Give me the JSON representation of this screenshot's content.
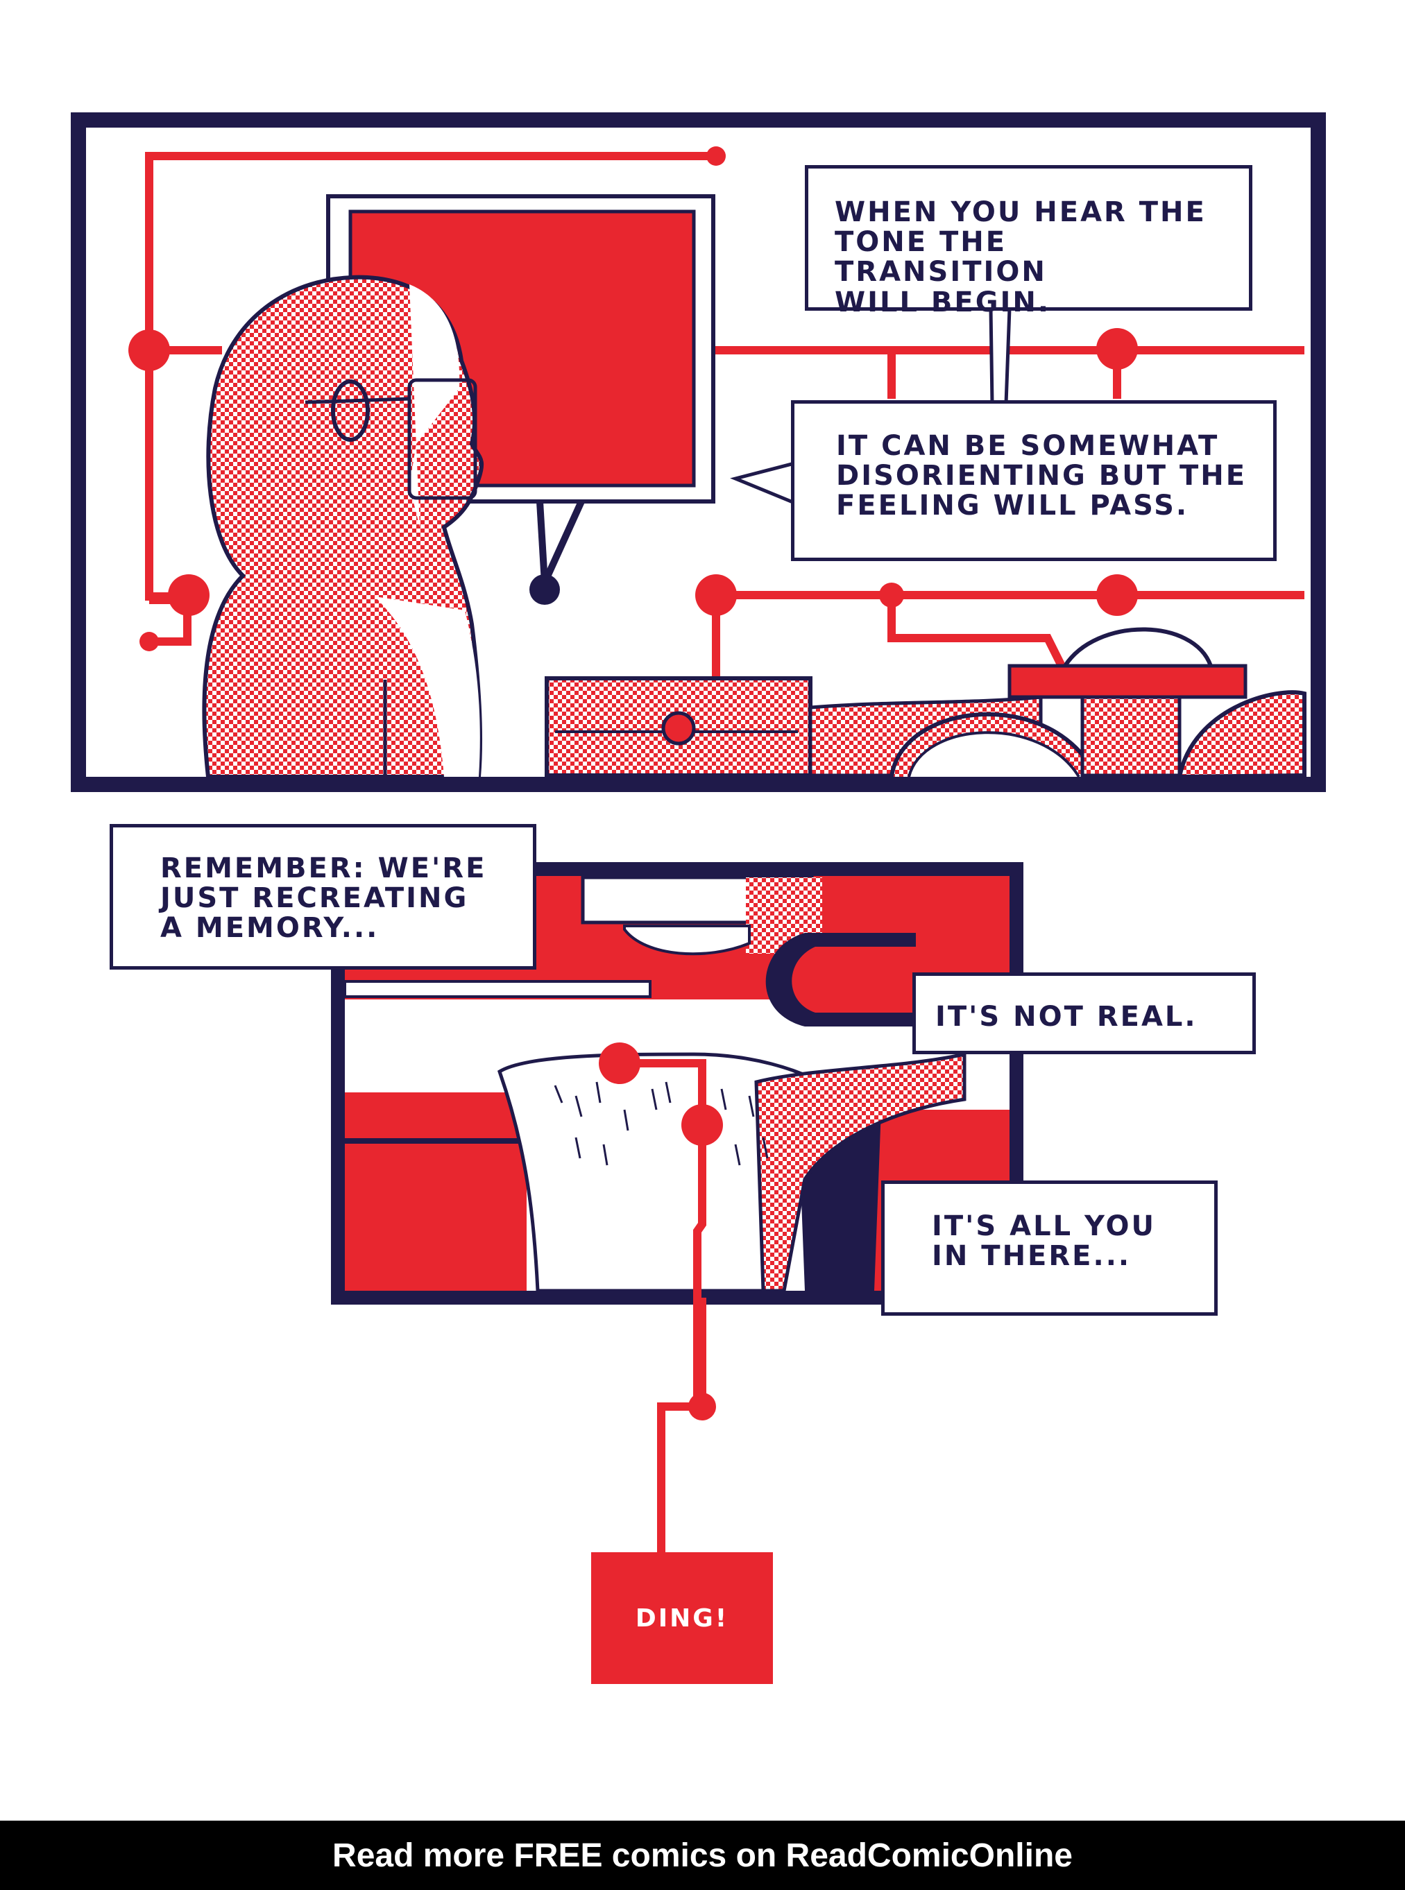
{
  "colors": {
    "ink": "#1f1a4a",
    "red": "#e8262f",
    "paper": "#ffffff",
    "banner_bg": "#000000"
  },
  "panel_top": {
    "caption_tone": "WHEN YOU HEAR THE\nTONE THE TRANSITION\nWILL BEGIN.",
    "caption_disorienting": "IT CAN BE SOMEWHAT\nDISORIENTING BUT THE\nFEELING WILL PASS."
  },
  "panel_bottom": {
    "caption_remember": "REMEMBER: WE'RE\nJUST RECREATING\nA MEMORY...",
    "caption_not_real": "IT'S NOT REAL.",
    "caption_all_you": "IT'S ALL YOU\nIN THERE..."
  },
  "sound_effect": "DING!",
  "footer_banner": "Read more FREE comics on ReadComicOnline"
}
